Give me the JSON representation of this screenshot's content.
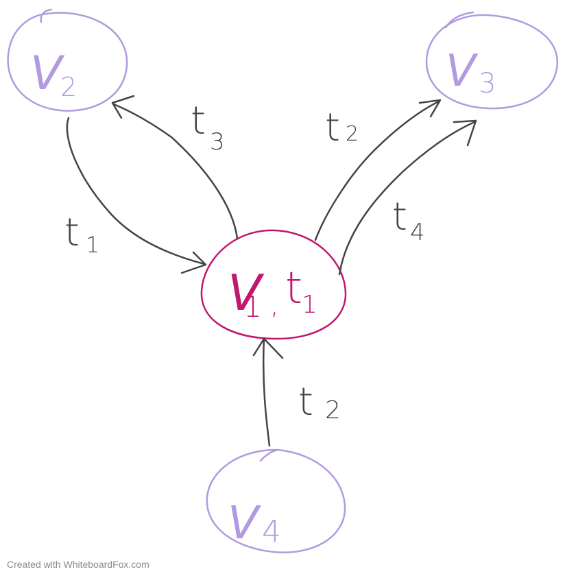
{
  "colors": {
    "outer_node": "#b19ae0",
    "center_node": "#c0176f",
    "edge": "#444444",
    "footer": "#8a8a8a"
  },
  "nodes": {
    "v2": {
      "label": "V",
      "sub": "2"
    },
    "v3": {
      "label": "V",
      "sub": "3"
    },
    "v4": {
      "label": "V",
      "sub": "4"
    },
    "v1": {
      "label": "V",
      "sub": "1",
      "sep": ",",
      "label2": "t",
      "sub2": "1"
    }
  },
  "edges": {
    "v2_to_v1": {
      "label": "t",
      "sub": "1"
    },
    "v1_to_v2": {
      "label": "t",
      "sub": "3"
    },
    "v1_to_v3_upper": {
      "label": "t",
      "sub": "2"
    },
    "v1_to_v3_lower": {
      "label": "t",
      "sub": "4"
    },
    "v4_to_v1": {
      "label": "t",
      "sub": "2"
    }
  },
  "footer": {
    "text": "Created with WhiteboardFox.com"
  }
}
